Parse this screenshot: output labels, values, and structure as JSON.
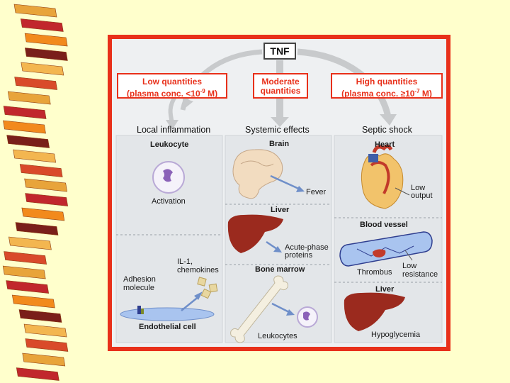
{
  "diagram": {
    "root": "TNF",
    "columns": [
      {
        "header_line1": "Low quantities",
        "header_line2_prefix": "(plasma conc. <10",
        "header_line2_sup": "-9",
        "header_line2_suffix": " M)",
        "title": "Local inflammation"
      },
      {
        "header_line1": "Moderate",
        "header_line2": "quantities",
        "title": "Systemic effects"
      },
      {
        "header_line1": "High quantities",
        "header_line2_prefix": "(plasma conc. ≥10",
        "header_line2_sup": "-7",
        "header_line2_suffix": " M)",
        "title": "Septic shock"
      }
    ],
    "local": {
      "leukocyte_title": "Leukocyte",
      "activation": "Activation",
      "il1_line1": "IL-1,",
      "il1_line2": "chemokines",
      "adhesion_line1": "Adhesion",
      "adhesion_line2": "molecule",
      "endothelial": "Endothelial cell"
    },
    "systemic": {
      "brain": "Brain",
      "fever": "Fever",
      "liver": "Liver",
      "acute_line1": "Acute-phase",
      "acute_line2": "proteins",
      "bone_marrow": "Bone marrow",
      "leukocytes": "Leukocytes"
    },
    "septic": {
      "heart": "Heart",
      "low_output_line1": "Low",
      "low_output_line2": "output",
      "blood_vessel": "Blood vessel",
      "thrombus": "Thrombus",
      "low_resistance_line1": "Low",
      "low_resistance_line2": "resistance",
      "liver": "Liver",
      "hypoglycemia": "Hypoglycemia"
    }
  },
  "colors": {
    "background": "#ffffcc",
    "frame": "#e8301a",
    "panel": "#eef0f2",
    "accent_red": "#e8301a",
    "arrow_gray": "#c8cacc",
    "arrow_blue": "#6f8fc9",
    "liver": "#9b2a1e"
  }
}
